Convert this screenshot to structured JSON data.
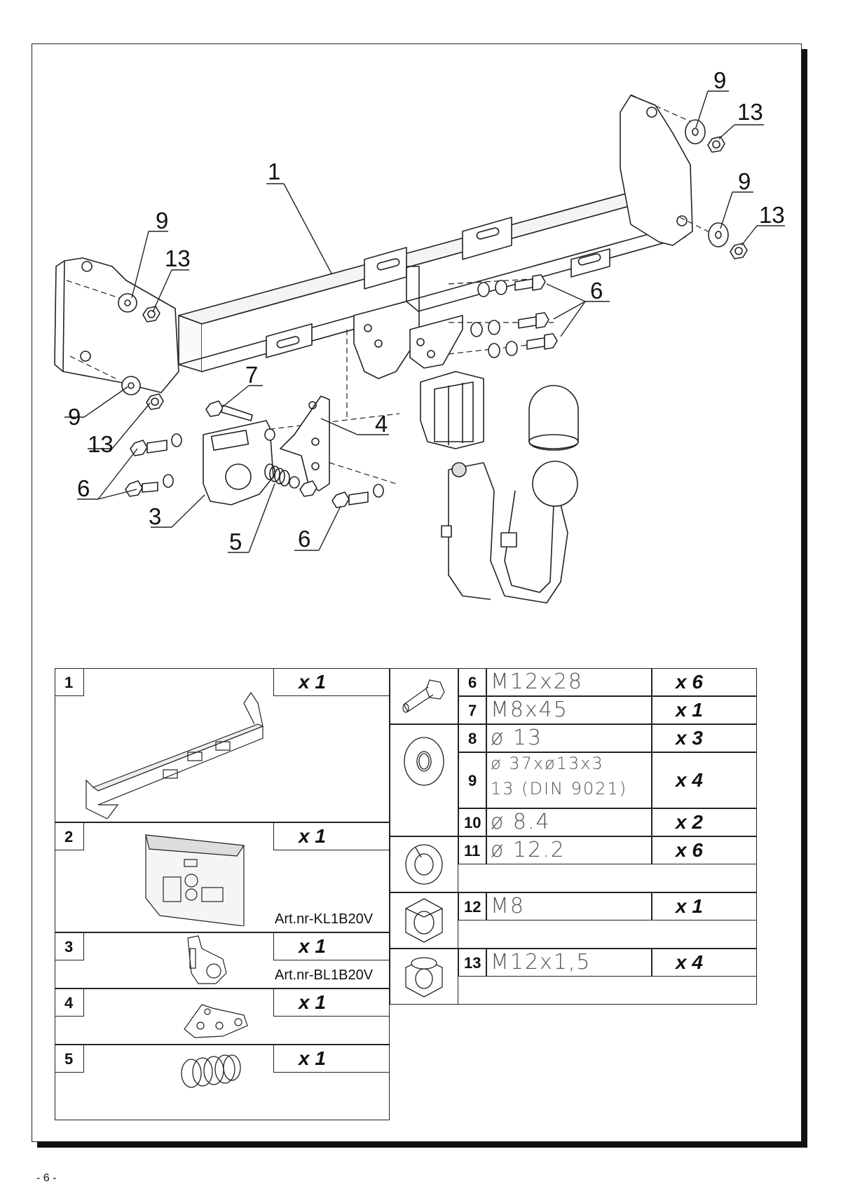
{
  "callouts": {
    "c1": "1",
    "c9a": "9",
    "c13a": "13",
    "c9b": "9",
    "c13b": "13",
    "c9c": "9",
    "c13c": "13",
    "c9d": "9",
    "c13d": "13",
    "c6a": "6",
    "c6b": "6",
    "c6c": "6",
    "c7": "7",
    "c4": "4",
    "c3": "3",
    "c5": "5"
  },
  "parts_left": [
    {
      "num": "1",
      "qty": "x 1",
      "art": ""
    },
    {
      "num": "2",
      "qty": "x 1",
      "art": "Art.nr-KL1B20V"
    },
    {
      "num": "3",
      "qty": "x 1",
      "art": "Art.nr-BL1B20V"
    },
    {
      "num": "4",
      "qty": "x 1",
      "art": ""
    },
    {
      "num": "5",
      "qty": "x 1",
      "art": ""
    }
  ],
  "parts_right": [
    {
      "num": "6",
      "spec": "M12x28",
      "qty": "x 6"
    },
    {
      "num": "7",
      "spec": "M8x45",
      "qty": "x 1"
    },
    {
      "num": "8",
      "spec": "ø 13",
      "qty": "x 3"
    },
    {
      "num": "9",
      "spec": "ø 37xø13x3",
      "spec2": "13   (DIN 9021)",
      "qty": "x 4"
    },
    {
      "num": "10",
      "spec": "ø 8.4",
      "qty": "x 2"
    },
    {
      "num": "11",
      "spec": "ø 12.2",
      "qty": "x 6"
    },
    {
      "num": "12",
      "spec": "M8",
      "qty": "x 1"
    },
    {
      "num": "13",
      "spec": "M12x1,5",
      "qty": "x 4"
    }
  ],
  "icons": {
    "bolt": "bolt-icon",
    "washer": "washer-icon",
    "spring-washer": "spring-washer-icon",
    "nut": "hex-nut-icon",
    "lock-nut": "lock-nut-icon"
  },
  "page_number": "- 6 -"
}
